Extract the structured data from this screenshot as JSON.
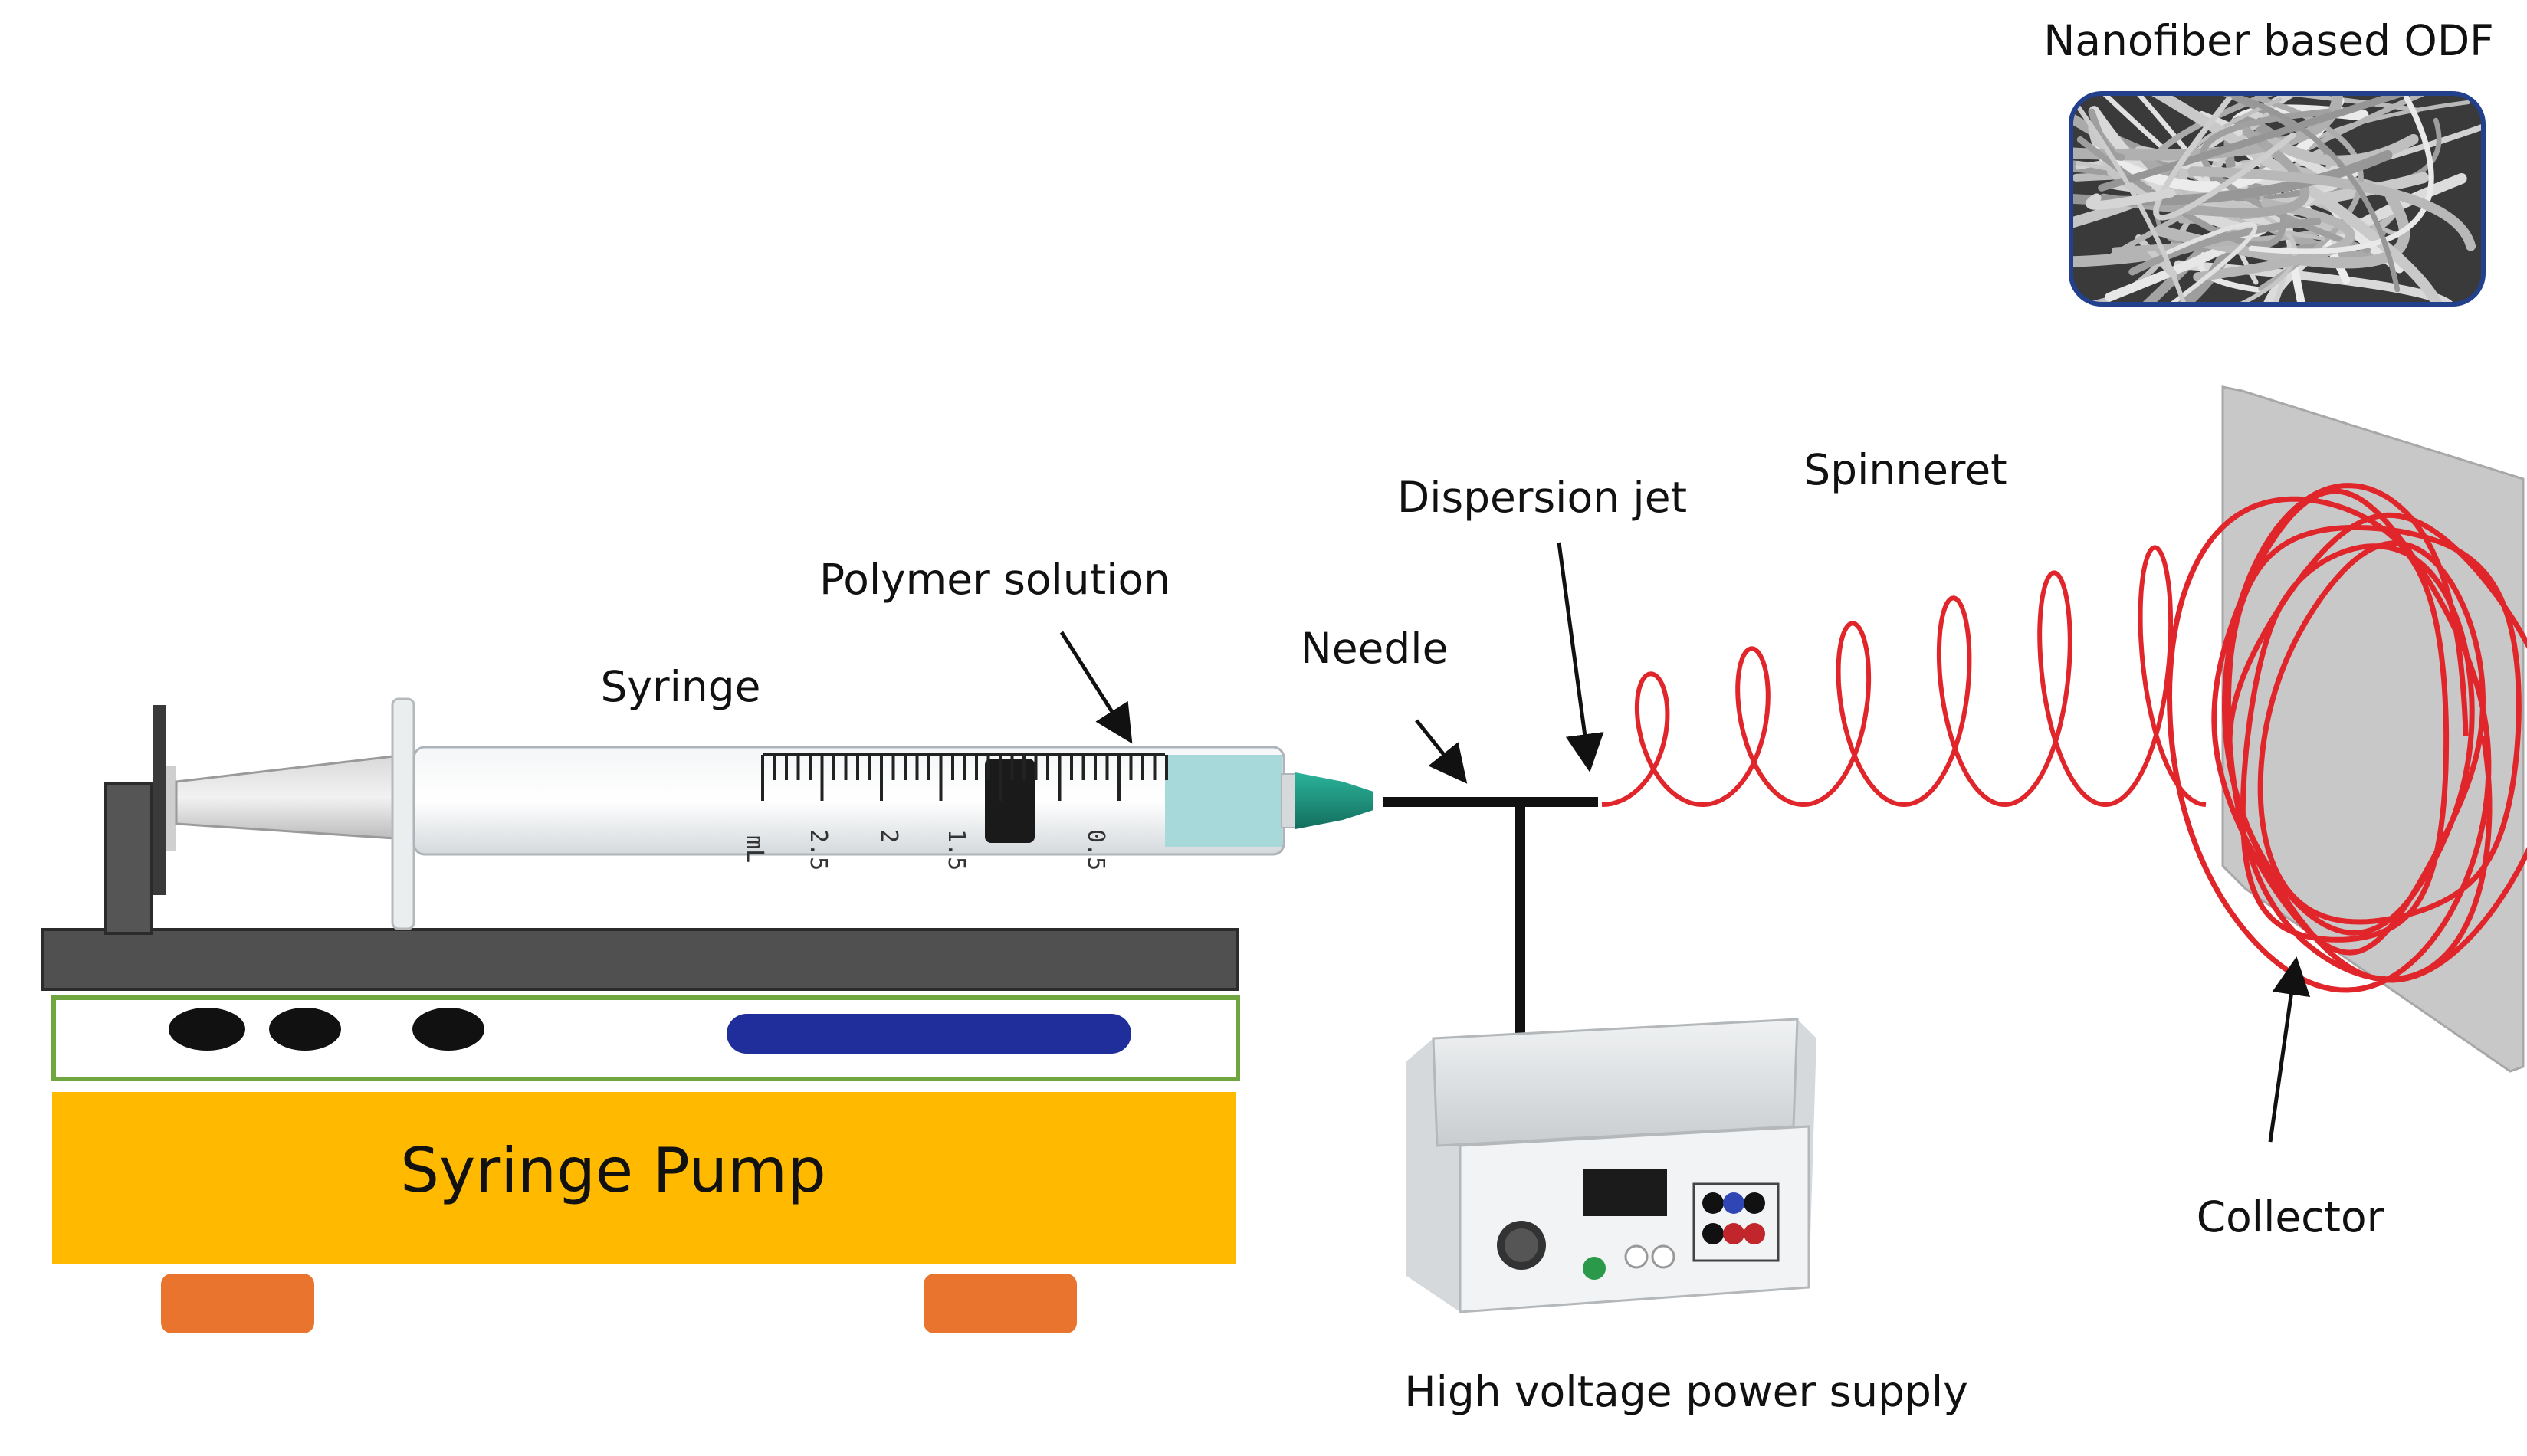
{
  "labels": {
    "odf": "Nanofiber based ODF",
    "dispersion_jet": "Dispersion jet",
    "spinneret": "Spinneret",
    "polymer_solution": "Polymer solution",
    "needle": "Needle",
    "syringe": "Syringe",
    "syringe_pump": "Syringe Pump",
    "collector": "Collector",
    "hv_supply": "High voltage power supply"
  },
  "colors": {
    "pump_body": "#FFBA00",
    "pump_feet": "#E8742E",
    "pump_plate": "#505050",
    "pump_panel_border": "#6FA63F",
    "pump_slider": "#1F2E9A",
    "fiber": "#E0262B",
    "needle_hub": "#1F9C84",
    "solution": "#A8D9DA",
    "collector": "#C8C8C8"
  },
  "icons": [
    "syringe-icon",
    "needle-icon",
    "power-supply-icon",
    "collector-plate-icon",
    "nanofiber-mesh-icon"
  ]
}
